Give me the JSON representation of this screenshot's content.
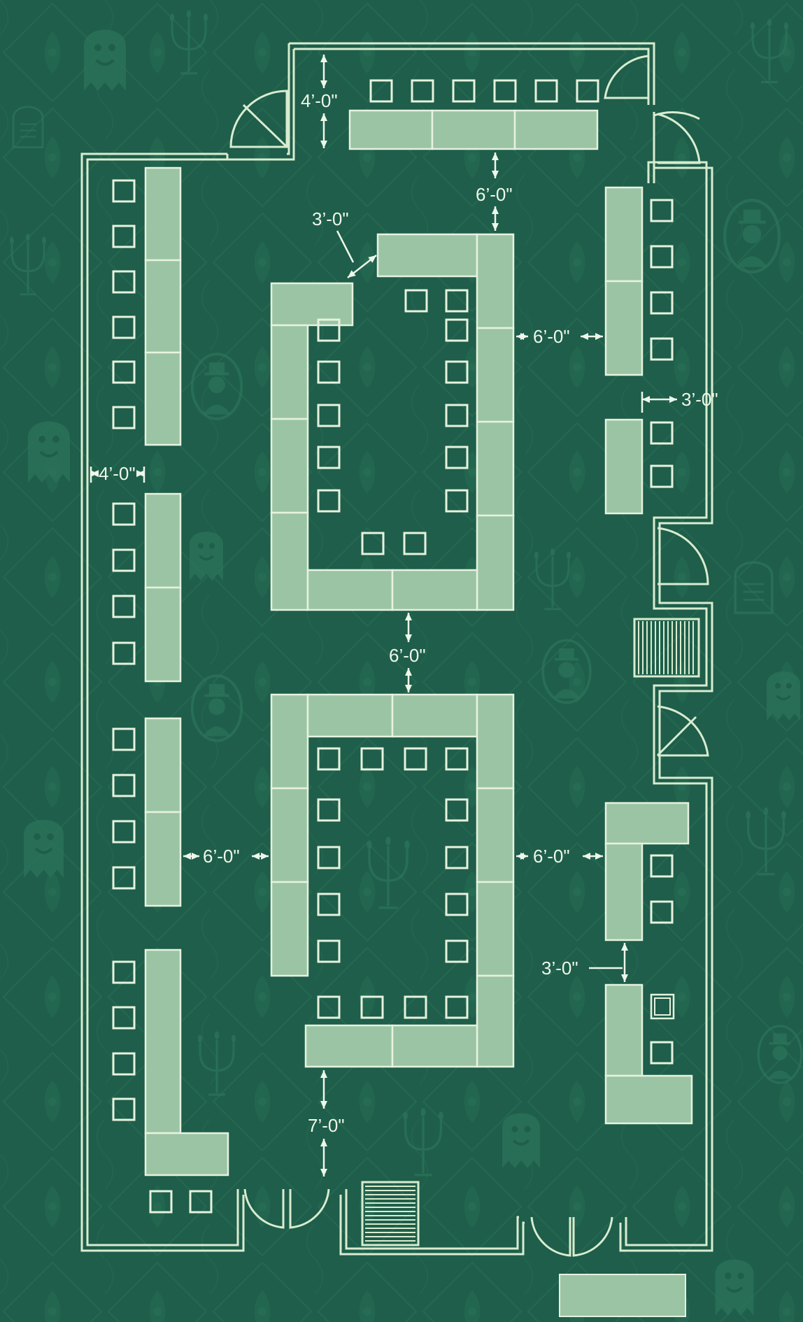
{
  "title": "",
  "colors": {
    "background": "#1e5e4a",
    "background_dark": "#19523f",
    "line": "#d8ecd0",
    "table_fill": "#9bc4a4",
    "table_edge": "#e6f2df",
    "text": "#eef7ea",
    "pattern": "#2a7057"
  },
  "dimensions": [
    {
      "id": "top-clearance",
      "label": "4’-0\""
    },
    {
      "id": "top-aisle",
      "label": "6’-0\""
    },
    {
      "id": "corner-gap",
      "label": "3’-0\""
    },
    {
      "id": "upper-right-aisle",
      "label": "6’-0\""
    },
    {
      "id": "right-wall-gap",
      "label": "3’-0\""
    },
    {
      "id": "left-aisle",
      "label": "4’-0\""
    },
    {
      "id": "middle-aisle",
      "label": "6’-0\""
    },
    {
      "id": "lower-left-aisle",
      "label": "6’-0\""
    },
    {
      "id": "lower-right-aisle",
      "label": "6’-0\""
    },
    {
      "id": "lower-right-gap",
      "label": "3’-0\""
    },
    {
      "id": "bottom-aisle",
      "label": "7’-0\""
    }
  ],
  "decorations": [
    "ghost-icon",
    "candelabra-icon",
    "tombstone-icon",
    "skeleton-portrait-icon"
  ]
}
